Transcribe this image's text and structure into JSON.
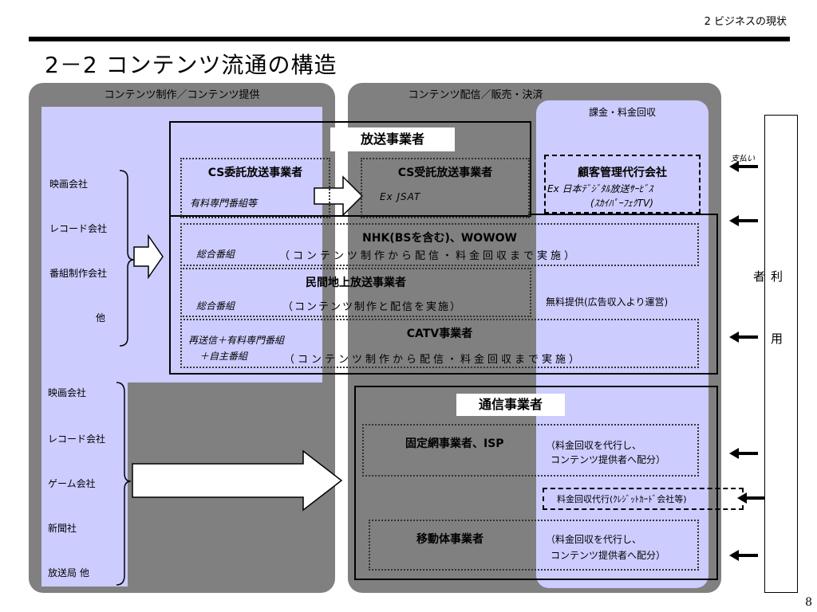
{
  "header": {
    "section": "2 ビジネスの現状",
    "title": "2－2 コンテンツ流通の構造",
    "page_number": "8"
  },
  "left_panel": {
    "title": "コンテンツ制作／コンテンツ提供",
    "group1": [
      "映画会社",
      "レコード会社",
      "番組制作会社",
      "他"
    ],
    "group2": [
      "映画会社",
      "レコード会社",
      "ゲーム会社",
      "新聞社",
      "放送局 他"
    ]
  },
  "right_panel": {
    "title": "コンテンツ配信／販売・決済",
    "billing_title": "課金・料金回収"
  },
  "broadcast": {
    "label": "放送事業者",
    "cs_consign": {
      "title": "CS委託放送事業者",
      "sub": "有料専門番組等"
    },
    "cs_receive": {
      "title": "CS受託放送事業者",
      "ex": "Ex JSAT"
    },
    "customer_mgmt": {
      "title": "顧客管理代行会社",
      "ex": "Ex 日本ﾃﾞｼﾞﾀﾙ放送ｻｰﾋﾞｽ",
      "ex2": "(ｽｶｲﾊﾟｰﾌｪｸTV)"
    },
    "nhk": {
      "title": "NHK(BSを含む)、WOWOW",
      "sub": "総合番組",
      "note": "（コンテンツ制作から配信・料金回収まで実施）"
    },
    "private": {
      "title": "民間地上放送事業者",
      "sub": "総合番組",
      "note": "（コンテンツ制作と配信を実施）",
      "free": "無料提供(広告収入より運営)"
    },
    "catv": {
      "title": "CATV事業者",
      "sub1": "再送信＋有料専門番組",
      "sub2": "＋自主番組",
      "note": "（コンテンツ制作から配信・料金回収まで実施）"
    }
  },
  "telecom": {
    "label": "通信事業者",
    "fixed": {
      "title": "固定網事業者、ISP",
      "note1": "（料金回収を代行し、",
      "note2": "コンテンツ提供者へ配分）"
    },
    "card": "料金回収代行(ｸﾚｼﾞｯﾄｶｰﾄﾞ会社等)",
    "mobile": {
      "title": "移動体事業者",
      "note1": "（料金回収を代行し、",
      "note2": "コンテンツ提供者へ配分）"
    }
  },
  "user": {
    "label_chars": [
      "利",
      "用",
      "者"
    ],
    "payment": "支払い"
  }
}
